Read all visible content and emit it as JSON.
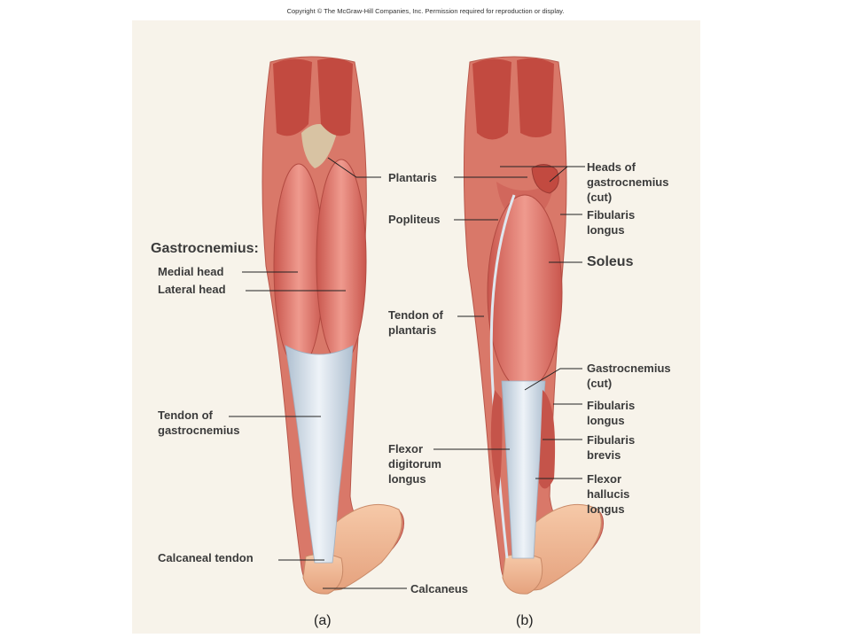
{
  "copyright": "Copyright © The McGraw-Hill Companies, Inc. Permission required for reproduction or display.",
  "panels": {
    "a": "(a)",
    "b": "(b)"
  },
  "labels": {
    "gastrocnemius_heading": "Gastrocnemius:",
    "medial_head": "Medial head",
    "lateral_head": "Lateral head",
    "tendon_gastrocnemius_1": "Tendon of",
    "tendon_gastrocnemius_2": "gastrocnemius",
    "calcaneal_tendon": "Calcaneal tendon",
    "plantaris": "Plantaris",
    "popliteus": "Popliteus",
    "tendon_plantaris_1": "Tendon of",
    "tendon_plantaris_2": "plantaris",
    "fdl_1": "Flexor",
    "fdl_2": "digitorum",
    "fdl_3": "longus",
    "calcaneus": "Calcaneus",
    "heads_gastro_1": "Heads of",
    "heads_gastro_2": "gastrocnemius",
    "heads_gastro_3": "(cut)",
    "fibularis_longus_1a": "Fibularis",
    "fibularis_longus_1b": "longus",
    "soleus": "Soleus",
    "gastro_cut_1": "Gastrocnemius",
    "gastro_cut_2": "(cut)",
    "fibularis_longus_2a": "Fibularis",
    "fibularis_longus_2b": "longus",
    "fibularis_brevis_1": "Fibularis",
    "fibularis_brevis_2": "brevis",
    "fhl_1": "Flexor",
    "fhl_2": "hallucis",
    "fhl_3": "longus"
  }
}
